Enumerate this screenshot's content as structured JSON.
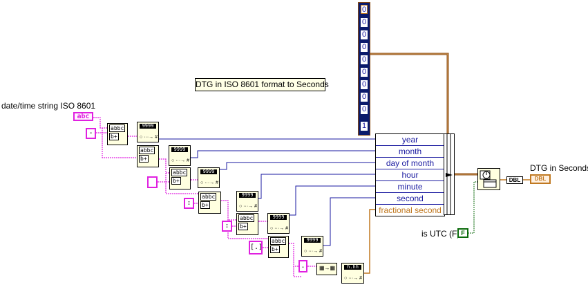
{
  "title": "DTG in ISO 8601 format to Seconds",
  "input_label": "date/time string ISO 8601",
  "input_type": "abc",
  "output_label": "DTG in Seconds",
  "output_type": "DBL",
  "convert_type": "DBL",
  "utc_label": "is UTC (F)",
  "utc_value": "F",
  "array_values": [
    "0",
    "0",
    "0",
    "0",
    "0",
    "0",
    "0",
    "0",
    "0",
    "1"
  ],
  "cluster_fields": [
    "year",
    "month",
    "day of month",
    "hour",
    "minute",
    "second",
    "fractional second"
  ],
  "constants": [
    "-",
    "",
    "",
    ":",
    ":",
    "[.]",
    "."
  ],
  "node_text": {
    "scan_top": "abbc",
    "scan_mid": "b+",
    "scan_right": "a\nbb\nc",
    "num_top": "9999",
    "num_bot": "○ ···→ #",
    "frac_top": "h.hh"
  },
  "colors": {
    "string_wire": "#e020e0",
    "number_wire": "#1a1aa0",
    "float_wire": "#c07820",
    "bool_wire": "#0a6a0a",
    "array_wire": "#8a4a10"
  }
}
